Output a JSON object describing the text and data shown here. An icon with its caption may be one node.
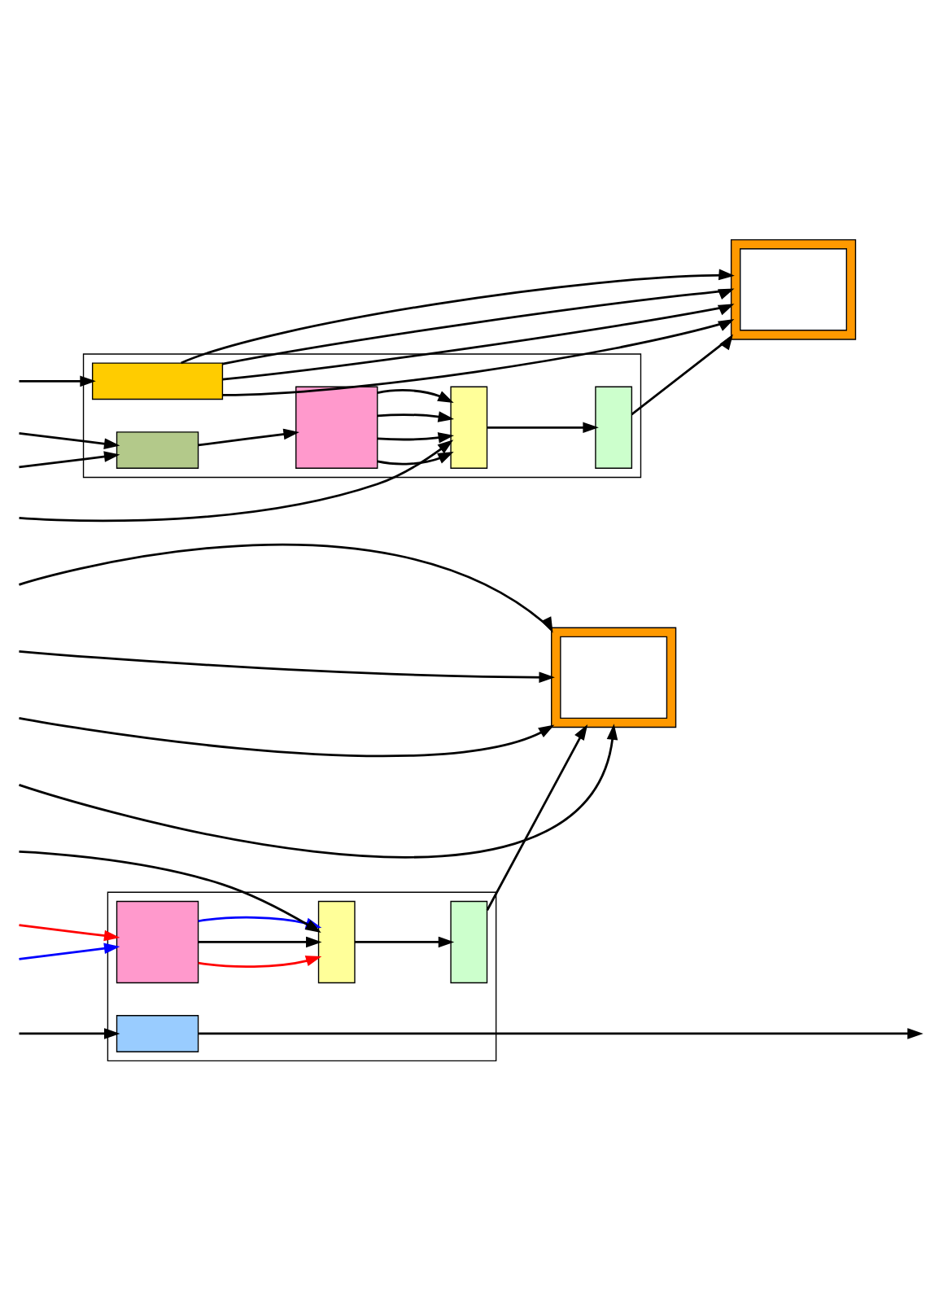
{
  "diagram": {
    "nodes": [
      {
        "text": [],
        "shape": "box"
      },
      {
        "text": [],
        "shape": "box",
        "in": 0
      },
      {
        "text": [],
        "shape": "box",
        "in": 0
      },
      {
        "text": [],
        "shape": "box",
        "in": 0
      },
      {
        "text": [],
        "shape": "box",
        "in": 0
      },
      {
        "text": [],
        "shape": "box"
      },
      {
        "text": [],
        "shape": "box",
        "in": 5
      },
      {
        "text": [],
        "shape": "box"
      },
      {
        "text": [],
        "shape": "box",
        "in": 7
      },
      {
        "text": [],
        "shape": "box",
        "in": 7
      },
      {
        "text": [],
        "shape": "box",
        "in": 7
      },
      {
        "text": [],
        "shape": "box",
        "in": 7
      },
      {
        "text": [],
        "shape": "box"
      },
      {
        "text": [],
        "shape": "box",
        "in": 12
      },
      {
        "text": [],
        "shape": "box",
        "in": 7
      }
    ],
    "edges": [
      {
        "from": null,
        "to": 1,
        "arrow": "to",
        "color": "#ff0000"
      },
      {
        "from": null,
        "to": 1,
        "arrow": "to",
        "color": "#0000ff"
      },
      {
        "from": 1,
        "to": 2,
        "arrow": "to",
        "color": "#ff0000"
      },
      {
        "from": 1,
        "to": 2,
        "arrow": "to"
      },
      {
        "from": 1,
        "to": 2,
        "arrow": "to",
        "color": "#0000ff"
      },
      {
        "from": 2,
        "to": 3,
        "arrow": "to"
      },
      {
        "from": 3,
        "to": 5,
        "arrow": "to"
      },
      {
        "from": null,
        "to": 2,
        "arrow": "to"
      },
      {
        "from": null,
        "to": 5,
        "arrow": "to"
      },
      {
        "from": null,
        "to": 5,
        "arrow": "to"
      },
      {
        "from": null,
        "to": 5,
        "arrow": "to"
      },
      {
        "from": null,
        "to": 5,
        "arrow": "to"
      },
      {
        "from": 4,
        "to": null,
        "arrow": "to"
      },
      {
        "from": null,
        "to": 4,
        "arrow": "to"
      },
      {
        "from": 8,
        "to": 9,
        "arrow": "to"
      },
      {
        "from": 8,
        "to": 9,
        "arrow": "to"
      },
      {
        "from": 8,
        "to": 9,
        "arrow": "to"
      },
      {
        "from": 8,
        "to": 9,
        "arrow": "to"
      },
      {
        "from": 9,
        "to": 10,
        "arrow": "to"
      },
      {
        "from": 10,
        "to": 12,
        "arrow": "to"
      },
      {
        "from": 11,
        "to": 8,
        "arrow": "to"
      },
      {
        "from": null,
        "to": 11,
        "arrow": "to"
      },
      {
        "from": null,
        "to": 11,
        "arrow": "to"
      },
      {
        "from": null,
        "to": 9,
        "arrow": "to"
      },
      {
        "from": 14,
        "to": 12,
        "arrow": "to"
      },
      {
        "from": 14,
        "to": 12,
        "arrow": "to"
      },
      {
        "from": 14,
        "to": 12,
        "arrow": "to"
      },
      {
        "from": 14,
        "to": 12,
        "arrow": "to"
      },
      {
        "from": null,
        "to": 14,
        "arrow": "to"
      }
    ]
  }
}
